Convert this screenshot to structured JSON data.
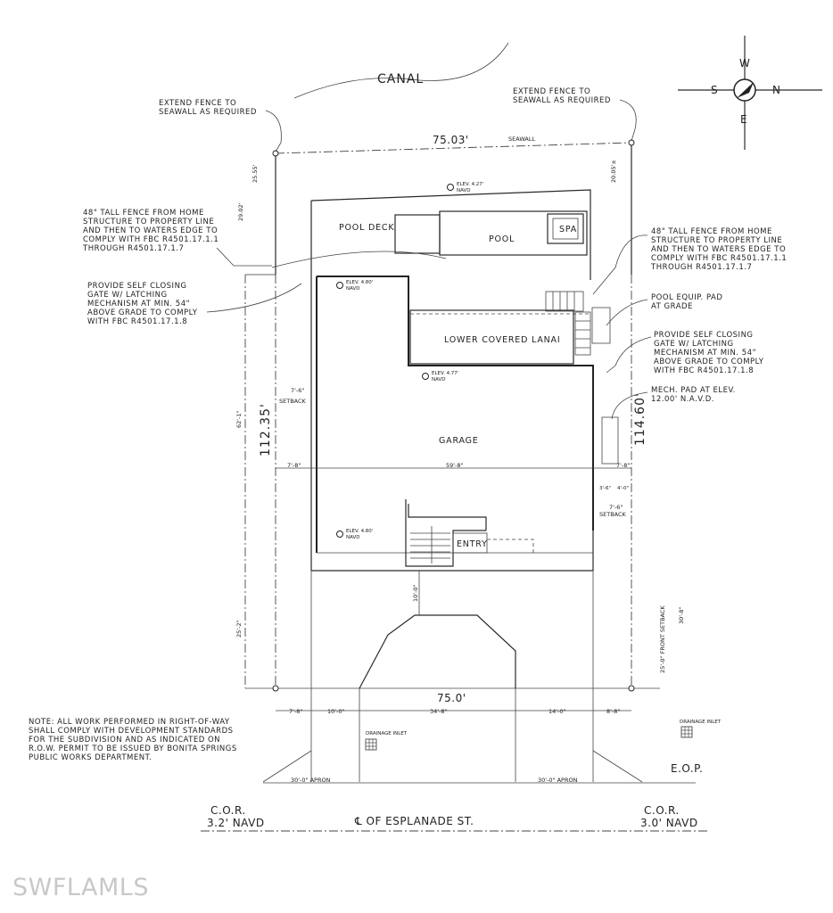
{
  "canal": "CANAL",
  "seawall": "SEAWALL",
  "dims": {
    "top_width": "75.03'",
    "bottom_width": "75.0'",
    "left_depth": "112.35'",
    "right_depth": "114.60'",
    "left_top_offset": "25.55'",
    "left_top_offset2": "29.02'",
    "right_top_offset": "20.05'±",
    "left_side": "62'-1\"",
    "left_bottom": "25'-2\"",
    "right_front_setback": "25'-0\" FRONT SETBACK",
    "right_front": "30'-8\"",
    "width_row": [
      "7'-8\"",
      "59'-8\"",
      "7'-8\""
    ],
    "setback_left": [
      "7'-6\"",
      "SETBACK"
    ],
    "setback_right": [
      "7'-6\"",
      "SETBACK"
    ],
    "side_small": [
      "3'-6\"",
      "4'-0\""
    ],
    "drive_center": "10'-0\"",
    "bottom_row": [
      "7'-8\"",
      "10'-0\"",
      "34'-8\"",
      "14'-0\"",
      "8'-8\""
    ],
    "apron_left": "30'-0\" APRON",
    "apron_right": "30'-0\" APRON"
  },
  "rooms": {
    "pool_deck": "POOL DECK",
    "pool": "POOL",
    "spa": "SPA",
    "lanai": "LOWER COVERED LANAI",
    "garage": "GARAGE",
    "entry": "ENTRY"
  },
  "elevations": {
    "e1": [
      "ELEV. 4.27'",
      "NAVD"
    ],
    "e2": [
      "ELEV. 4.80'",
      "NAVD"
    ],
    "e3": [
      "ELEV. 4.77'",
      "NAVD"
    ],
    "e4": [
      "ELEV. 4.80'",
      "NAVD"
    ]
  },
  "notes": {
    "fence_left": [
      "EXTEND FENCE TO",
      "SEAWALL AS REQUIRED"
    ],
    "fence_right": [
      "EXTEND FENCE TO",
      "SEAWALL AS REQUIRED"
    ],
    "tall_fence_left": [
      "48\" TALL FENCE FROM HOME",
      "STRUCTURE TO PROPERTY LINE",
      "AND THEN TO WATERS EDGE TO",
      "COMPLY WITH FBC R4501.17.1.1",
      "THROUGH R4501.17.1.7"
    ],
    "tall_fence_right": [
      "48\" TALL FENCE FROM HOME",
      "STRUCTURE TO PROPERTY LINE",
      "AND THEN TO WATERS EDGE TO",
      "COMPLY WITH FBC R4501.17.1.1",
      "THROUGH R4501.17.1.7"
    ],
    "gate_left": [
      "PROVIDE SELF CLOSING",
      "GATE W/ LATCHING",
      "MECHANISM AT MIN. 54\"",
      "ABOVE GRADE TO COMPLY",
      "WITH FBC R4501.17.1.8"
    ],
    "gate_right": [
      "PROVIDE SELF CLOSING",
      "GATE W/ LATCHING",
      "MECHANISM AT MIN. 54\"",
      "ABOVE GRADE TO COMPLY",
      "WITH FBC R4501.17.1.8"
    ],
    "pool_equip": [
      "POOL EQUIP. PAD",
      "AT GRADE"
    ],
    "mech_pad": [
      "MECH. PAD AT ELEV.",
      "12.00' N.A.V.D."
    ],
    "row_note": [
      "NOTE: ALL WORK PERFORMED IN RIGHT-OF-WAY",
      "SHALL COMPLY WITH DEVELOPMENT STANDARDS",
      "FOR THE SUBDIVISION AND AS INDICATED ON",
      "R.O.W. PERMIT TO BE ISSUED BY BONITA SPRINGS",
      "PUBLIC WORKS DEPARTMENT."
    ],
    "drainage_left": "DRAINAGE INLET",
    "drainage_right": "DRAINAGE INLET",
    "eop": "E.O.P."
  },
  "street": {
    "name": "℄ OF ESPLANADE ST.",
    "cor_left": [
      "C.O.R.",
      "3.2' NAVD"
    ],
    "cor_right": [
      "C.O.R.",
      "3.0' NAVD"
    ]
  },
  "compass": [
    "W",
    "N",
    "S",
    "E"
  ],
  "watermark": "SWFLAMLS"
}
